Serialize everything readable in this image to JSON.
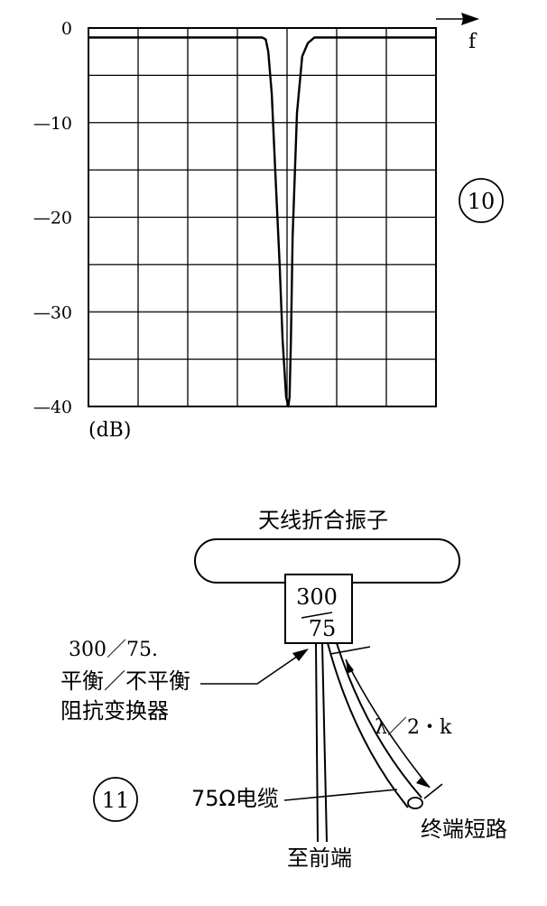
{
  "figure10": {
    "marker": "10",
    "axis_x_label": "f",
    "axis_y_unit": "(dB)",
    "y_ticks": [
      {
        "value": 0,
        "label": "0"
      },
      {
        "value": -10,
        "label": "—10"
      },
      {
        "value": -20,
        "label": "—20"
      },
      {
        "value": -30,
        "label": "—30"
      },
      {
        "value": -40,
        "label": "—40"
      }
    ]
  },
  "figure11": {
    "marker": "11",
    "title": "天线折合振子",
    "box_top": "300",
    "box_bottom": "75",
    "transformer_line1": "300／75.",
    "transformer_line2": "平衡／不平衡",
    "transformer_line3": "阻抗变换器",
    "length_label": "λ／2・k",
    "cable_label": "75Ω电缆",
    "short_label": "终端短路",
    "front_label": "至前端"
  },
  "chart_data": {
    "type": "line",
    "title": "",
    "xlabel": "f",
    "ylabel": "(dB)",
    "ylim": [
      -40,
      0
    ],
    "grid": true,
    "series": [
      {
        "x": [
          0,
          2,
          4,
          4.08,
          4.14,
          4.22,
          4.3,
          4.4,
          4.47,
          4.55,
          4.6,
          4.63,
          4.66,
          4.7,
          4.8,
          4.92,
          5.05,
          5.2,
          6,
          8
        ],
        "y": [
          -1,
          -1,
          -1,
          -1.2,
          -2.5,
          -7,
          -15,
          -25,
          -33,
          -39,
          -40,
          -39,
          -33,
          -22,
          -9,
          -3,
          -1.6,
          -1,
          -1,
          -1
        ]
      }
    ]
  }
}
